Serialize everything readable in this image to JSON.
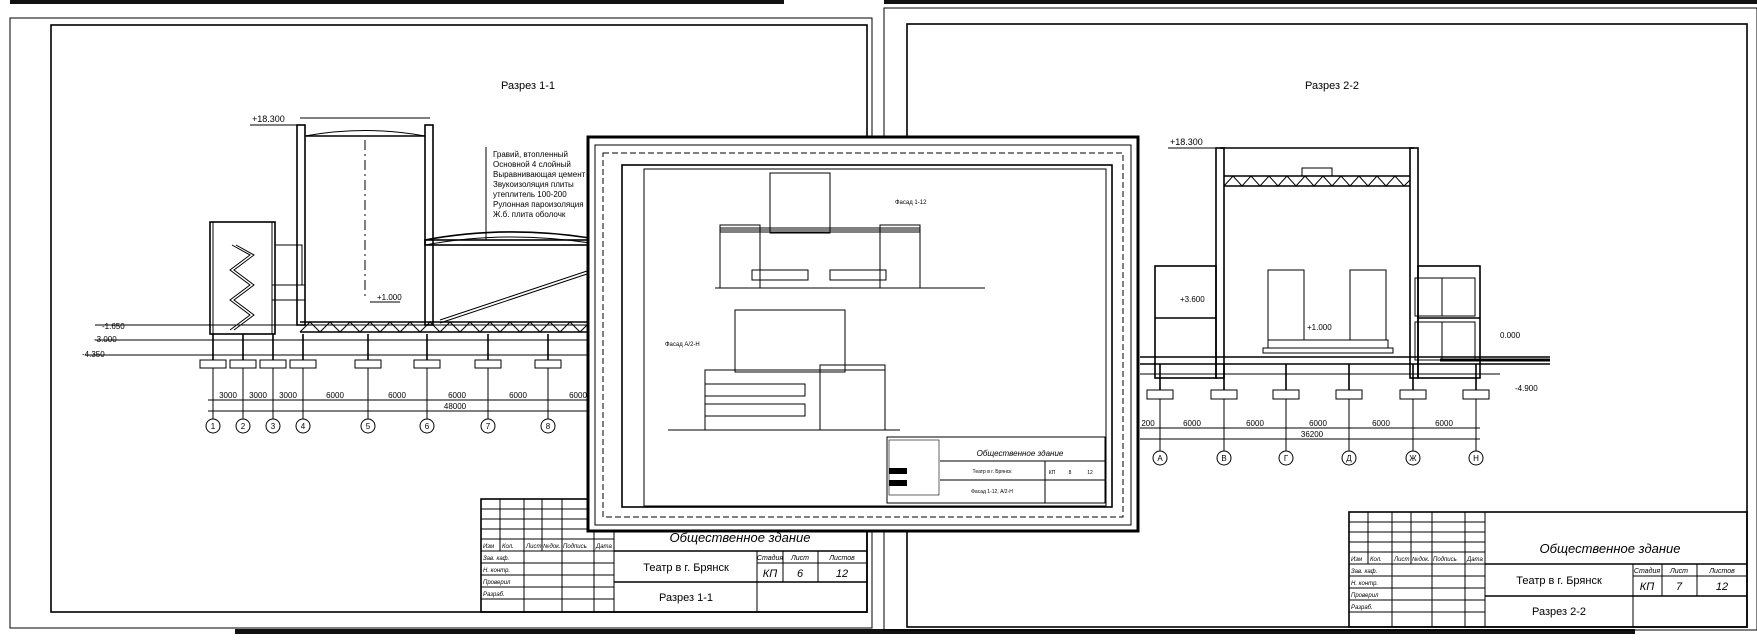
{
  "sheet1": {
    "title": "Разрез 1-1",
    "levels": [
      "+18.300",
      "+1.000",
      "-1.650",
      "-3.000",
      "-4.350"
    ],
    "notes": [
      "Гравий, втопленный",
      "Основной 4 слойный",
      "Выравнивающая цемент",
      "Звукоизоляция плиты",
      "утеплитель 100-200",
      "Рулонная пароизоляция",
      "Ж.б. плита оболочк"
    ],
    "dims": [
      "3000",
      "3000",
      "3000",
      "6000",
      "6000",
      "6000",
      "6000",
      "6000"
    ],
    "total_dim": "48000",
    "axes": [
      "1",
      "2",
      "3",
      "4",
      "5",
      "6",
      "7",
      "8"
    ],
    "stamp": {
      "project": "Общественное здание",
      "building": "Театр в г. Брянск",
      "drawing": "Разрез 1-1",
      "stage_label": "Стадия",
      "sheet_label": "Лист",
      "sheets_label": "Листов",
      "stage": "КП",
      "sheet": "6",
      "sheets": "12",
      "cols": [
        "Изм",
        "Кол.",
        "Лист",
        "№док.",
        "Подпись",
        "Дата"
      ],
      "rows": [
        "Зав. каф.",
        "Н. контр.",
        "Проверил",
        "Разраб."
      ]
    }
  },
  "sheet2": {
    "title": "Разрез 2-2",
    "levels": [
      "+18.300",
      "+3.600",
      "+1.000",
      "0.000",
      "-4.900"
    ],
    "dims": [
      "6000",
      "6000",
      "6000",
      "6000",
      "6000"
    ],
    "first_dim": "200",
    "total_dim": "36200",
    "axes": [
      "А",
      "В",
      "Г",
      "Д",
      "Ж",
      "Н"
    ],
    "stamp": {
      "project": "Общественное здание",
      "building": "Театр в г. Брянск",
      "drawing": "Разрез 2-2",
      "stage_label": "Стадия",
      "sheet_label": "Лист",
      "sheets_label": "Листов",
      "stage": "КП",
      "sheet": "7",
      "sheets": "12",
      "cols": [
        "Изм",
        "Кол.",
        "Лист",
        "№док.",
        "Подпись",
        "Дата"
      ],
      "rows": [
        "Зав. каф.",
        "Н. контр.",
        "Проверил",
        "Разраб."
      ]
    }
  },
  "sheet3": {
    "facade_top": "Фасад 1-12",
    "facade_bottom": "Фасад А/2-Н",
    "project": "Общественное здание",
    "building": "Театр в г. Брянск",
    "drawing": "Фасад 1-12, А/2-Н",
    "stage": "КП",
    "sheet": "8",
    "sheets": "12"
  }
}
